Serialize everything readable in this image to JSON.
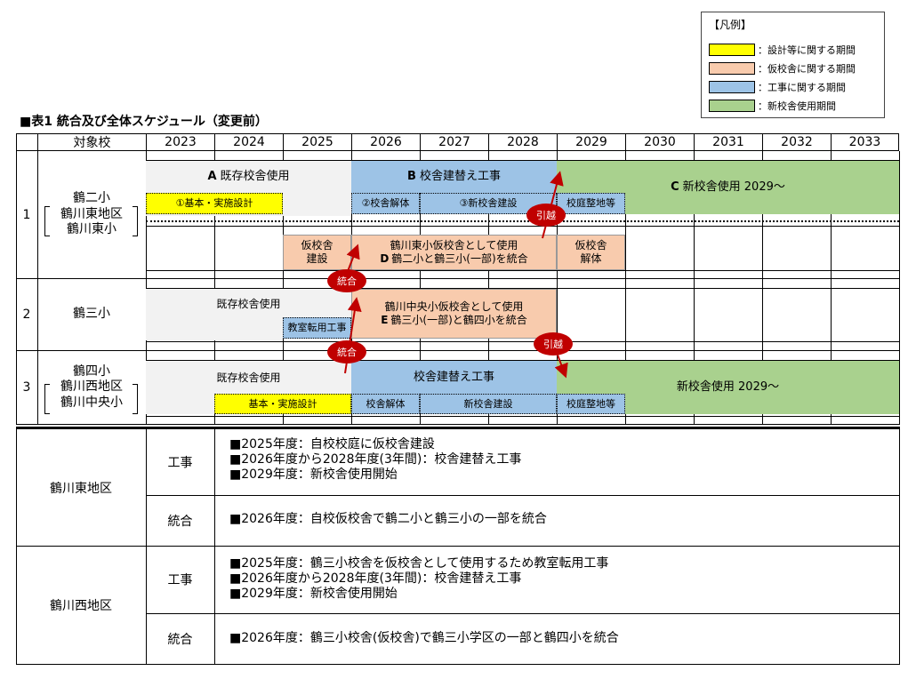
{
  "legend": {
    "title": "【凡例】",
    "items": [
      {
        "label": "：設計等に関する期間",
        "color": "#ffff00"
      },
      {
        "label": "：仮校舎に関する期間",
        "color": "#f8cbad"
      },
      {
        "label": "：工事に関する期間",
        "color": "#9dc3e6"
      },
      {
        "label": "：新校舎使用期間",
        "color": "#a9d18e"
      }
    ]
  },
  "table_title": "■表1 統合及び全体スケジュール（変更前）",
  "header": {
    "target": "対象校",
    "years": [
      "2023",
      "2024",
      "2025",
      "2026",
      "2027",
      "2028",
      "2029",
      "2030",
      "2031",
      "2032",
      "2033"
    ]
  },
  "rows": [
    {
      "no": "1",
      "school_lines": [
        "鶴二小",
        "鶴川東地区",
        "鶴川東小"
      ]
    },
    {
      "no": "2",
      "school_lines": [
        "鶴三小"
      ]
    },
    {
      "no": "3",
      "school_lines": [
        "鶴四小",
        "鶴川西地区",
        "鶴川中央小"
      ]
    }
  ],
  "bars": {
    "r1_a_letter": "A",
    "r1_a": "既存校舎使用",
    "r1_b_letter": "B",
    "r1_b": "校舎建替え工事",
    "r1_c_letter": "C",
    "r1_c": "新校舎使用 2029～",
    "r1_design": "①基本・実施設計",
    "r1_demolish": "②校舎解体",
    "r1_newbuild": "③新校舎建設",
    "r1_grounds": "校庭整地等",
    "r1_temp_build": [
      "仮校舎",
      "建設"
    ],
    "r1_temp_use_1": "鶴川東小仮校舎として使用",
    "r1_temp_use_2_letter": "D",
    "r1_temp_use_2": "鶴二小と鶴三小(一部)を統合",
    "r1_temp_demolish": [
      "仮校舎",
      "解体"
    ],
    "r2_existing": "既存校舎使用",
    "r2_classroom": "教室転用工事",
    "r2_temp_1": "鶴川中央小仮校舎として使用",
    "r2_temp_2_letter": "E",
    "r2_temp_2": "鶴三小(一部)と鶴四小を統合",
    "r3_existing": "既存校舎使用",
    "r3_design": "基本・実施設計",
    "r3_construction": "校舎建替え工事",
    "r3_new": "新校舎使用 2029～",
    "r3_demolish": "校舎解体",
    "r3_newbuild": "新校舎建設",
    "r3_grounds": "校庭整地等"
  },
  "badges": {
    "move": "引越",
    "merge": "統合"
  },
  "details": {
    "east": {
      "area": "鶴川東地区",
      "work_label": "工事",
      "work_lines": [
        "■2025年度：自校校庭に仮校舎建設",
        "■2026年度から2028年度(3年間)：校舎建替え工事",
        "■2029年度：新校舎使用開始"
      ],
      "merge_label": "統合",
      "merge_text": "■2026年度：自校仮校舎で鶴二小と鶴三小の一部を統合"
    },
    "west": {
      "area": "鶴川西地区",
      "work_label": "工事",
      "work_lines": [
        "■2025年度：鶴三小校舎を仮校舎として使用するため教室転用工事",
        "■2026年度から2028年度(3年間)：校舎建替え工事",
        "■2029年度：新校舎使用開始"
      ],
      "merge_label": "統合",
      "merge_text": "■2026年度：鶴三小校舎(仮校舎)で鶴三小学区の一部と鶴四小を統合"
    }
  }
}
